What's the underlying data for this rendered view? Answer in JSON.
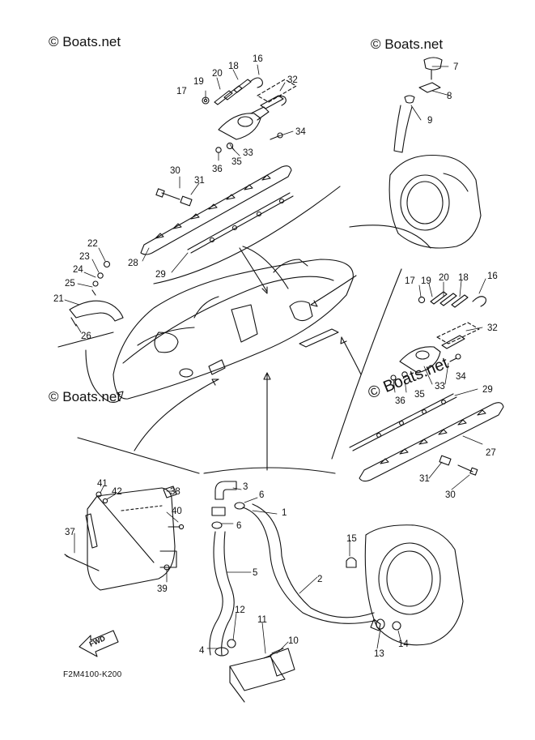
{
  "watermarks": {
    "top_left": "© Boats.net",
    "top_right": "© Boats.net",
    "left_mid": "© Boats.net",
    "center_right": "© Boats.net"
  },
  "fwd_label": "FWD",
  "drawing_code": "F2M4100-K200",
  "callouts": {
    "c1": "1",
    "c2": "2",
    "c3": "3",
    "c4": "4",
    "c5": "5",
    "c6a": "6",
    "c6b": "6",
    "c7": "7",
    "c8": "8",
    "c9": "9",
    "c10": "10",
    "c11": "11",
    "c12": "12",
    "c13": "13",
    "c14": "14",
    "c15": "15",
    "c16a": "16",
    "c17a": "17",
    "c18a": "18",
    "c19a": "19",
    "c20a": "20",
    "c21": "21",
    "c22": "22",
    "c23": "23",
    "c24": "24",
    "c25": "25",
    "c26": "26",
    "c27": "27",
    "c28": "28",
    "c29a": "29",
    "c29b": "29",
    "c30a": "30",
    "c30b": "30",
    "c31a": "31",
    "c31b": "31",
    "c32a": "32",
    "c33a": "33",
    "c34a": "34",
    "c35a": "35",
    "c36a": "36",
    "c16b": "16",
    "c17b": "17",
    "c18b": "18",
    "c19b": "19",
    "c20b": "20",
    "c32b": "32",
    "c33b": "33",
    "c34b": "34",
    "c35b": "35",
    "c36b": "36",
    "c37": "37",
    "c38": "38",
    "c39": "39",
    "c40": "40",
    "c41": "41",
    "c42": "42"
  }
}
